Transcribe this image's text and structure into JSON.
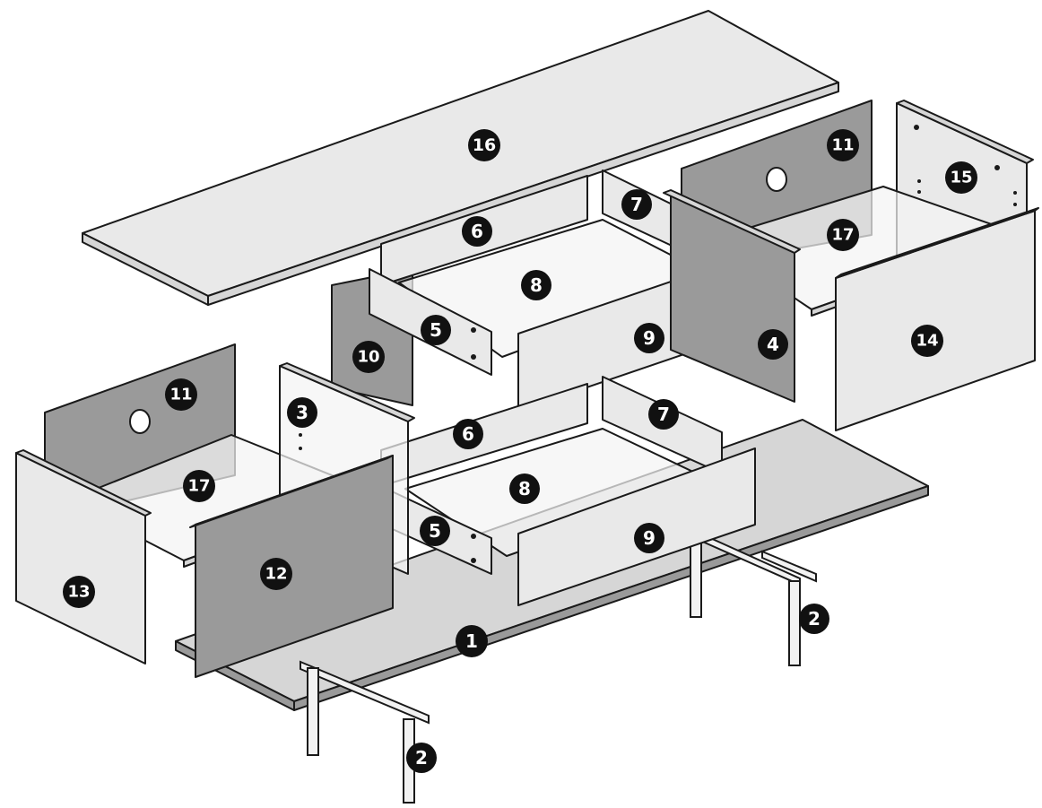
{
  "diagram": {
    "parts": [
      {
        "id": "top-panel",
        "label": "16"
      },
      {
        "id": "upper-drawer-back",
        "label": "6"
      },
      {
        "id": "upper-drawer-side-right",
        "label": "7"
      },
      {
        "id": "upper-drawer-bottom",
        "label": "8"
      },
      {
        "id": "upper-drawer-side-left",
        "label": "5"
      },
      {
        "id": "upper-drawer-front",
        "label": "9"
      },
      {
        "id": "center-back-panel",
        "label": "10"
      },
      {
        "id": "right-divider-panel",
        "label": "4"
      },
      {
        "id": "left-divider-panel",
        "label": "3"
      },
      {
        "id": "right-back-panel",
        "label": "11"
      },
      {
        "id": "right-inner-side-panel",
        "label": "15"
      },
      {
        "id": "right-shelf",
        "label": "17"
      },
      {
        "id": "right-door",
        "label": "14"
      },
      {
        "id": "left-back-panel",
        "label": "11"
      },
      {
        "id": "left-shelf",
        "label": "17"
      },
      {
        "id": "left-side-panel",
        "label": "13"
      },
      {
        "id": "left-door",
        "label": "12"
      },
      {
        "id": "lower-drawer-back",
        "label": "6"
      },
      {
        "id": "lower-drawer-side-right",
        "label": "7"
      },
      {
        "id": "lower-drawer-bottom",
        "label": "8"
      },
      {
        "id": "lower-drawer-side-left",
        "label": "5"
      },
      {
        "id": "lower-drawer-front",
        "label": "9"
      },
      {
        "id": "bottom-panel",
        "label": "1"
      },
      {
        "id": "leg-frame-right",
        "label": "2"
      },
      {
        "id": "leg-frame-left",
        "label": "2"
      }
    ]
  }
}
